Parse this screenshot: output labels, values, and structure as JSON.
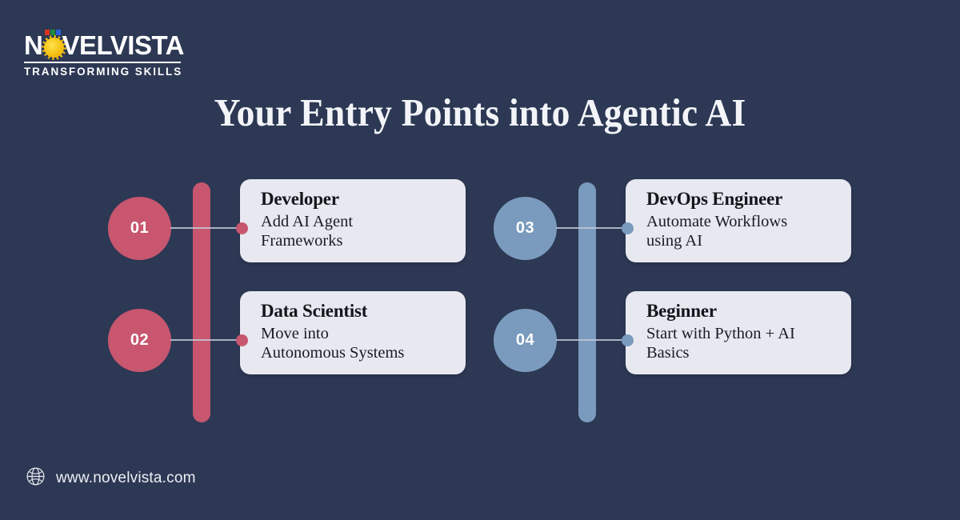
{
  "background_color": "#2d3854",
  "logo": {
    "name_part1": "N",
    "name_part2": "VELVISTA",
    "o_icon": "sun-icon",
    "tagline": "TRANSFORMING SKILLS",
    "flag_colors": [
      "#d8341f",
      "#1e8b3c",
      "#2b5fd9"
    ],
    "sun_color": "#f5c518"
  },
  "header": {
    "title": "Your Entry Points into Agentic AI"
  },
  "columns": [
    {
      "accent_color": "#c8566f",
      "dot_color": "#c8566f",
      "rows": [
        {
          "number": "01",
          "title": "Developer",
          "desc": "Add AI Agent\nFrameworks"
        },
        {
          "number": "02",
          "title": "Data Scientist",
          "desc": "Move into\nAutonomous Systems"
        }
      ]
    },
    {
      "accent_color": "#7a9bbd",
      "dot_color": "#7a9bbd",
      "rows": [
        {
          "number": "03",
          "title": "DevOps Engineer",
          "desc": "Automate Workflows\nusing AI"
        },
        {
          "number": "04",
          "title": "Beginner",
          "desc": "Start with Python + AI\nBasics"
        }
      ]
    }
  ],
  "card_background": "#e7e8f0",
  "footer": {
    "icon": "globe-icon",
    "url": "www.novelvista.com"
  }
}
